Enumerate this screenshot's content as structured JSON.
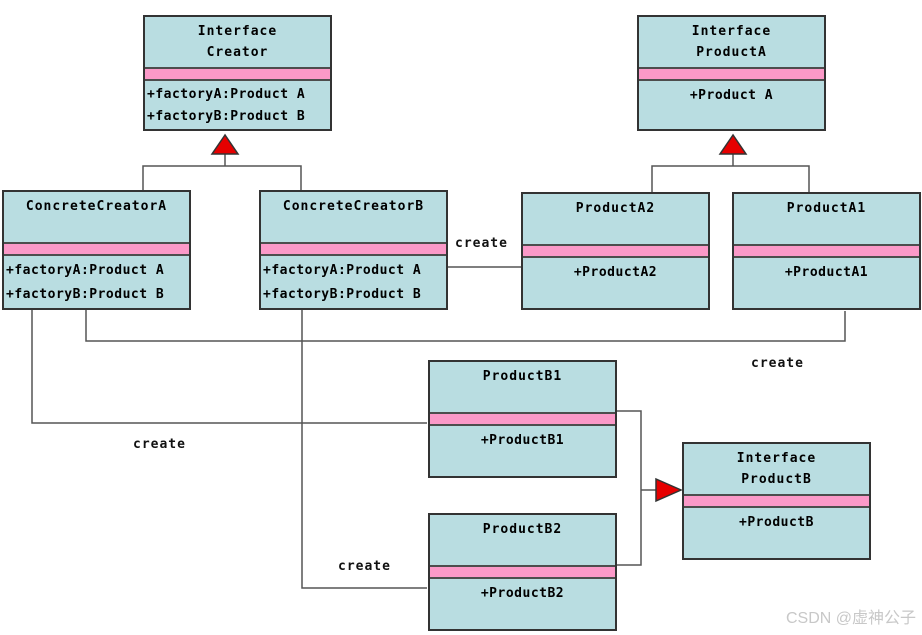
{
  "colors": {
    "box_fill": "#b9dde1",
    "stripe_pink": "#fb99c8",
    "box_border": "#333333",
    "connector_gray": "#555555",
    "arrow_red": "#e60000",
    "watermark_gray": "#c8c8c8"
  },
  "classes": {
    "creator": {
      "stereotype": "Interface",
      "name": "Creator",
      "method1": "+factoryA:Product A",
      "method2": "+factoryB:Product B"
    },
    "product_a": {
      "stereotype": "Interface",
      "name": "ProductA",
      "method1": "+Product A"
    },
    "concrete_creator_a": {
      "name": "ConcreteCreatorA",
      "method1": "+factoryA:Product A",
      "method2": "+factoryB:Product B"
    },
    "concrete_creator_b": {
      "name": "ConcreteCreatorB",
      "method1": "+factoryA:Product A",
      "method2": "+factoryB:Product B"
    },
    "product_a2": {
      "name": "ProductA2",
      "method1": "+ProductA2"
    },
    "product_a1": {
      "name": "ProductA1",
      "method1": "+ProductA1"
    },
    "product_b1": {
      "name": "ProductB1",
      "method1": "+ProductB1"
    },
    "product_b2": {
      "name": "ProductB2",
      "method1": "+ProductB2"
    },
    "interface_product_b": {
      "stereotype": "Interface",
      "name": "ProductB",
      "method1": "+ProductB"
    }
  },
  "labels": {
    "create_a2": "create",
    "create_a1": "create",
    "create_b1": "create",
    "create_b2": "create"
  },
  "watermark": "CSDN @虚神公子"
}
